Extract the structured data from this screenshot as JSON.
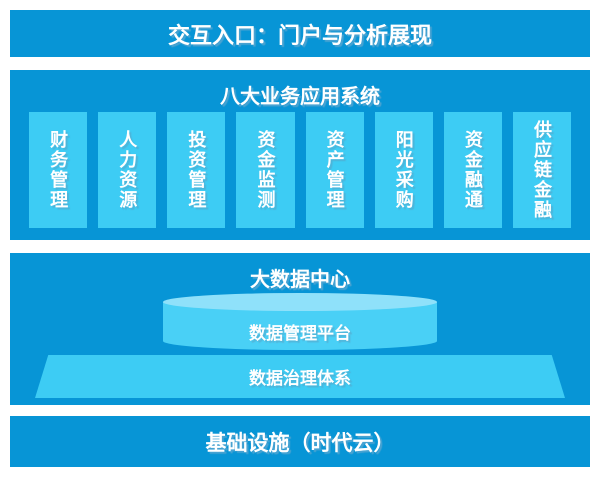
{
  "colors": {
    "primary": "#0795d6",
    "card": "#3dccf4",
    "cylinder_body": "#49d0f6",
    "cylinder_top": "#8fe1fa",
    "text": "#ffffff",
    "page_background": "#ffffff"
  },
  "top_bar": {
    "label": "交互入口：门户与分析展现"
  },
  "applications": {
    "title": "八大业务应用系统",
    "items": [
      {
        "label": "财务管理"
      },
      {
        "label": "人力资源"
      },
      {
        "label": "投资管理"
      },
      {
        "label": "资金监测"
      },
      {
        "label": "资产管理"
      },
      {
        "label": "阳光采购"
      },
      {
        "label": "资金融通"
      },
      {
        "label": "供应链金融"
      }
    ]
  },
  "data_center": {
    "title": "大数据中心",
    "platform_label": "数据管理平台",
    "governance_label": "数据治理体系"
  },
  "infrastructure": {
    "label": "基础设施（时代云）"
  }
}
